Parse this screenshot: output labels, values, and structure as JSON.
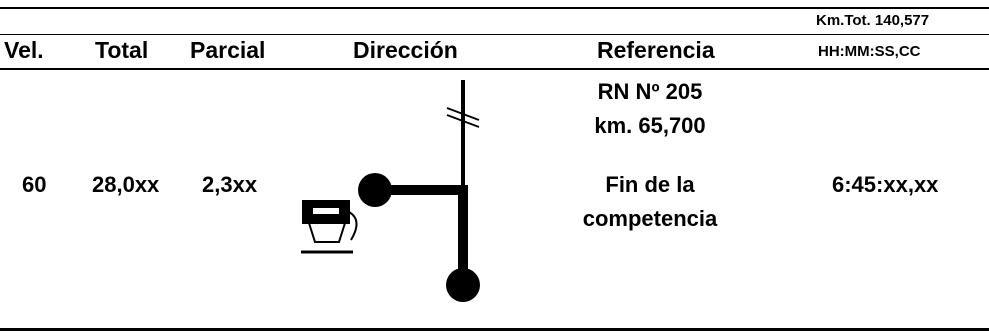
{
  "header": {
    "km_total": "Km.Tot. 140,577",
    "columns": {
      "vel": "Vel.",
      "total": "Total",
      "parcial": "Parcial",
      "direccion": "Dirección",
      "referencia": "Referencia",
      "tiempo": "HH:MM:SS,CC"
    }
  },
  "row": {
    "vel": "60",
    "total": "28,0xx",
    "parcial": "2,3xx",
    "reference": {
      "road": "RN Nº 205",
      "km": "km. 65,700",
      "line1": "Fin de la",
      "line2": "competencia"
    },
    "time": "6:45:xx,xx"
  },
  "diagram": {
    "icons": [
      "road-crossing-icon",
      "fuel-station-icon",
      "start-dot-icon",
      "end-dot-icon",
      "route-arrow-icon"
    ]
  }
}
